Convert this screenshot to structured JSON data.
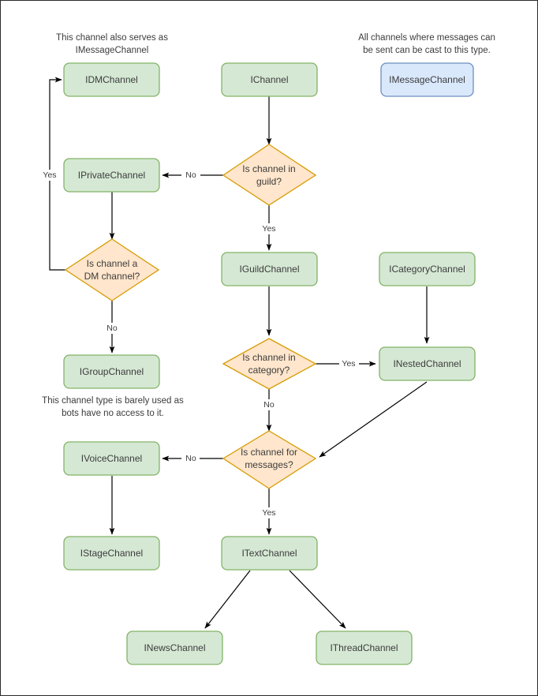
{
  "diagram": {
    "title_present": false,
    "colors": {
      "process_fill": "#d5e8d4",
      "process_stroke": "#82b366",
      "decision_fill": "#ffe6cc",
      "decision_stroke": "#d79b00",
      "highlight_fill": "#dae8fc",
      "highlight_stroke": "#6c8ebf",
      "edge": "#000000",
      "text": "#3c3c3c",
      "frame": "#2b2b2b",
      "background": "#ffffff"
    },
    "notes": [
      {
        "id": "note-idmchannel",
        "lines": [
          "This channel also serves as",
          "IMessageChannel"
        ]
      },
      {
        "id": "note-imessagechannel",
        "lines": [
          "All channels where messages can",
          "be sent can be cast to this type."
        ]
      },
      {
        "id": "note-igroupchannel",
        "lines": [
          "This channel type is barely used as",
          "bots have no access to it."
        ]
      }
    ],
    "nodes": [
      {
        "id": "idmchannel",
        "label": "IDMChannel",
        "shape": "process",
        "style": "green"
      },
      {
        "id": "ichannel",
        "label": "IChannel",
        "shape": "process",
        "style": "green"
      },
      {
        "id": "imessagechannel",
        "label": "IMessageChannel",
        "shape": "process",
        "style": "blue"
      },
      {
        "id": "iprivatechannel",
        "label": "IPrivateChannel",
        "shape": "process",
        "style": "green"
      },
      {
        "id": "dec-in-guild",
        "label": "Is channel in guild?",
        "shape": "decision",
        "style": "orange",
        "line1": "Is channel in",
        "line2": "guild?"
      },
      {
        "id": "dec-dm-channel",
        "label": "Is channel a DM channel?",
        "shape": "decision",
        "style": "orange",
        "line1": "Is channel a",
        "line2": "DM channel?"
      },
      {
        "id": "iguildchannel",
        "label": "IGuildChannel",
        "shape": "process",
        "style": "green"
      },
      {
        "id": "icategorychannel",
        "label": "ICategoryChannel",
        "shape": "process",
        "style": "green"
      },
      {
        "id": "igroupchannel",
        "label": "IGroupChannel",
        "shape": "process",
        "style": "green"
      },
      {
        "id": "dec-in-category",
        "label": "Is channel in category?",
        "shape": "decision",
        "style": "orange",
        "line1": "Is channel in",
        "line2": "category?"
      },
      {
        "id": "inestedchannel",
        "label": "INestedChannel",
        "shape": "process",
        "style": "green"
      },
      {
        "id": "ivoicechannel",
        "label": "IVoiceChannel",
        "shape": "process",
        "style": "green"
      },
      {
        "id": "dec-for-messages",
        "label": "Is channel for messages?",
        "shape": "decision",
        "style": "orange",
        "line1": "Is channel for",
        "line2": "messages?"
      },
      {
        "id": "istagechannel",
        "label": "IStageChannel",
        "shape": "process",
        "style": "green"
      },
      {
        "id": "itextchannel",
        "label": "ITextChannel",
        "shape": "process",
        "style": "green"
      },
      {
        "id": "inewschannel",
        "label": "INewsChannel",
        "shape": "process",
        "style": "green"
      },
      {
        "id": "ithreadchannel",
        "label": "IThreadChannel",
        "shape": "process",
        "style": "green"
      }
    ],
    "edges": [
      {
        "id": "e-ichannel-guild",
        "from": "ichannel",
        "to": "dec-in-guild",
        "label": ""
      },
      {
        "id": "e-guild-no-private",
        "from": "dec-in-guild",
        "to": "iprivatechannel",
        "label": "No"
      },
      {
        "id": "e-guild-yes-iguild",
        "from": "dec-in-guild",
        "to": "iguildchannel",
        "label": "Yes"
      },
      {
        "id": "e-private-dm",
        "from": "iprivatechannel",
        "to": "dec-dm-channel",
        "label": ""
      },
      {
        "id": "e-dm-yes-idm",
        "from": "dec-dm-channel",
        "to": "idmchannel",
        "label": "Yes"
      },
      {
        "id": "e-dm-no-igroup",
        "from": "dec-dm-channel",
        "to": "igroupchannel",
        "label": "No"
      },
      {
        "id": "e-iguild-category",
        "from": "iguildchannel",
        "to": "dec-in-category",
        "label": ""
      },
      {
        "id": "e-category-yes-nested",
        "from": "dec-in-category",
        "to": "inestedchannel",
        "label": "Yes"
      },
      {
        "id": "e-category-no-messages",
        "from": "dec-in-category",
        "to": "dec-for-messages",
        "label": "No"
      },
      {
        "id": "e-icategory-nested",
        "from": "icategorychannel",
        "to": "inestedchannel",
        "label": ""
      },
      {
        "id": "e-nested-messages",
        "from": "inestedchannel",
        "to": "dec-for-messages",
        "label": ""
      },
      {
        "id": "e-messages-no-voice",
        "from": "dec-for-messages",
        "to": "ivoicechannel",
        "label": "No"
      },
      {
        "id": "e-messages-yes-text",
        "from": "dec-for-messages",
        "to": "itextchannel",
        "label": "Yes"
      },
      {
        "id": "e-voice-stage",
        "from": "ivoicechannel",
        "to": "istagechannel",
        "label": ""
      },
      {
        "id": "e-text-news",
        "from": "itextchannel",
        "to": "inewschannel",
        "label": ""
      },
      {
        "id": "e-text-thread",
        "from": "itextchannel",
        "to": "ithreadchannel",
        "label": ""
      }
    ]
  }
}
